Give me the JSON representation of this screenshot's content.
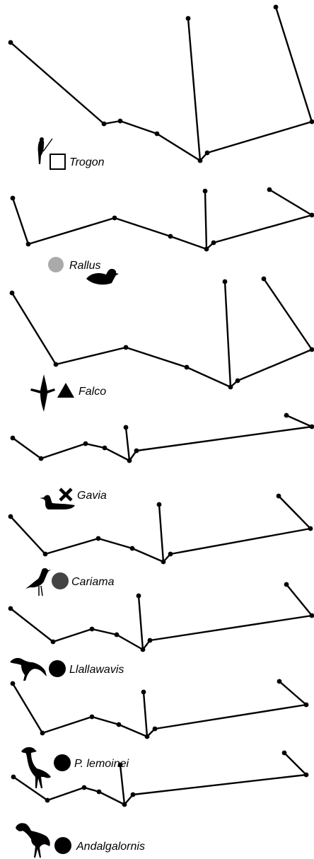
{
  "panels": [
    {
      "id": "trogon",
      "taxon": "Trogon",
      "marker": {
        "shape": "square-open",
        "color": "#000000"
      },
      "silhouette": "perched-bird-icon"
    },
    {
      "id": "rallus",
      "taxon": "Rallus",
      "marker": {
        "shape": "circle",
        "color": "#aaaaaa"
      },
      "silhouette": "swimming-rail-icon"
    },
    {
      "id": "falco",
      "taxon": "Falco",
      "marker": {
        "shape": "triangle",
        "color": "#000000"
      },
      "silhouette": "flying-falcon-icon"
    },
    {
      "id": "gavia",
      "taxon": "Gavia",
      "marker": {
        "shape": "cross",
        "color": "#000000"
      },
      "silhouette": "swimming-loon-icon"
    },
    {
      "id": "cariama",
      "taxon": "Cariama",
      "marker": {
        "shape": "circle",
        "color": "#444444"
      },
      "silhouette": "walking-seriema-icon"
    },
    {
      "id": "llallawavis",
      "taxon": "Llallawavis",
      "marker": {
        "shape": "circle",
        "color": "#000000"
      },
      "silhouette": "terror-bird-icon"
    },
    {
      "id": "plemoinei",
      "taxon": "P. lemoinei",
      "marker": {
        "shape": "circle",
        "color": "#000000"
      },
      "silhouette": "terror-bird-icon"
    },
    {
      "id": "andalgalornis",
      "taxon": "Andalgalornis",
      "marker": {
        "shape": "circle",
        "color": "#000000"
      },
      "silhouette": "terror-bird-icon"
    }
  ]
}
